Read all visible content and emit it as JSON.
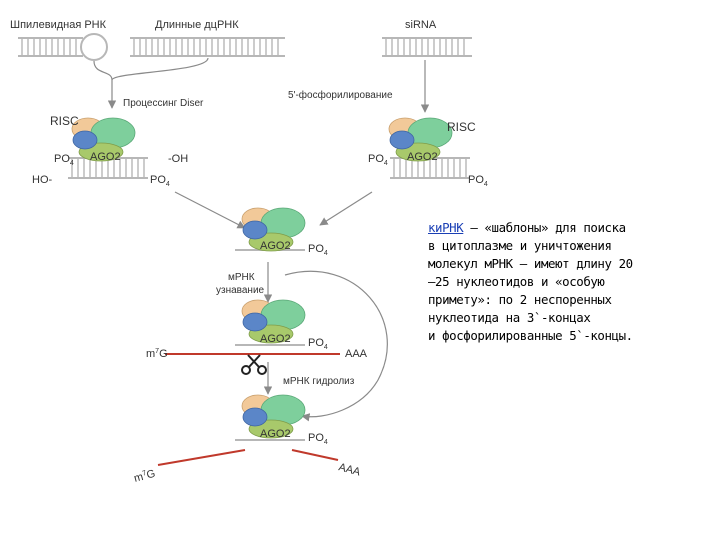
{
  "labels": {
    "hairpin_rna": "Шпилевидная РНК",
    "long_dsrna": "Длинные дцРНК",
    "sirna": "siRNA",
    "dicer_processing": "Процессинг Diser",
    "phosphorylation": "5'-фосфорилирование",
    "risc_left": "RISC",
    "risc_right": "RISC",
    "ago2": "AGO2",
    "po4": "PO",
    "po4_sub": "4",
    "oh": "-OH",
    "ho": "HO-",
    "mrna_recognition_1": "мРНК",
    "mrna_recognition_2": "узнавание",
    "mrna_hydrolysis": "мРНК гидролиз",
    "m7g": "m",
    "m7g_sup": "7",
    "m7g_g": "G",
    "aaa": "AAA"
  },
  "description": {
    "term": "киРНК",
    "lines": [
      " — «шаблоны» для поиска",
      "в цитоплазме и уничтожения",
      "молекул мРНК — имеют длину 20",
      "–25 нуклеотидов и «особую",
      "примету»: по 2 неспоренных",
      "нуклеотида на 3`-концах",
      "и фосфорилированные 5`-концы."
    ]
  },
  "colors": {
    "rna_strand": "#c0392b",
    "ago2_blue": "#5b86c8",
    "protein_green": "#7ecf9c",
    "protein_beige": "#f2c999",
    "link_text": "#1a3fb5"
  }
}
